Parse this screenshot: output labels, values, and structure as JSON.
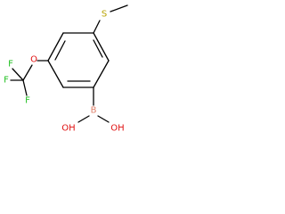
{
  "molecule": {
    "atoms": {
      "sulfur": "S",
      "oxygen": "O",
      "fluorine_top": "F",
      "fluorine_left": "F",
      "fluorine_bottom": "F",
      "boron": "B",
      "hydroxyl_left": "OH",
      "hydroxyl_right": "OH"
    },
    "colors": {
      "bond": "#000000",
      "sulfur": "#b8a200",
      "oxygen": "#e01010",
      "fluorine": "#20c020",
      "boron": "#e0806a"
    }
  }
}
